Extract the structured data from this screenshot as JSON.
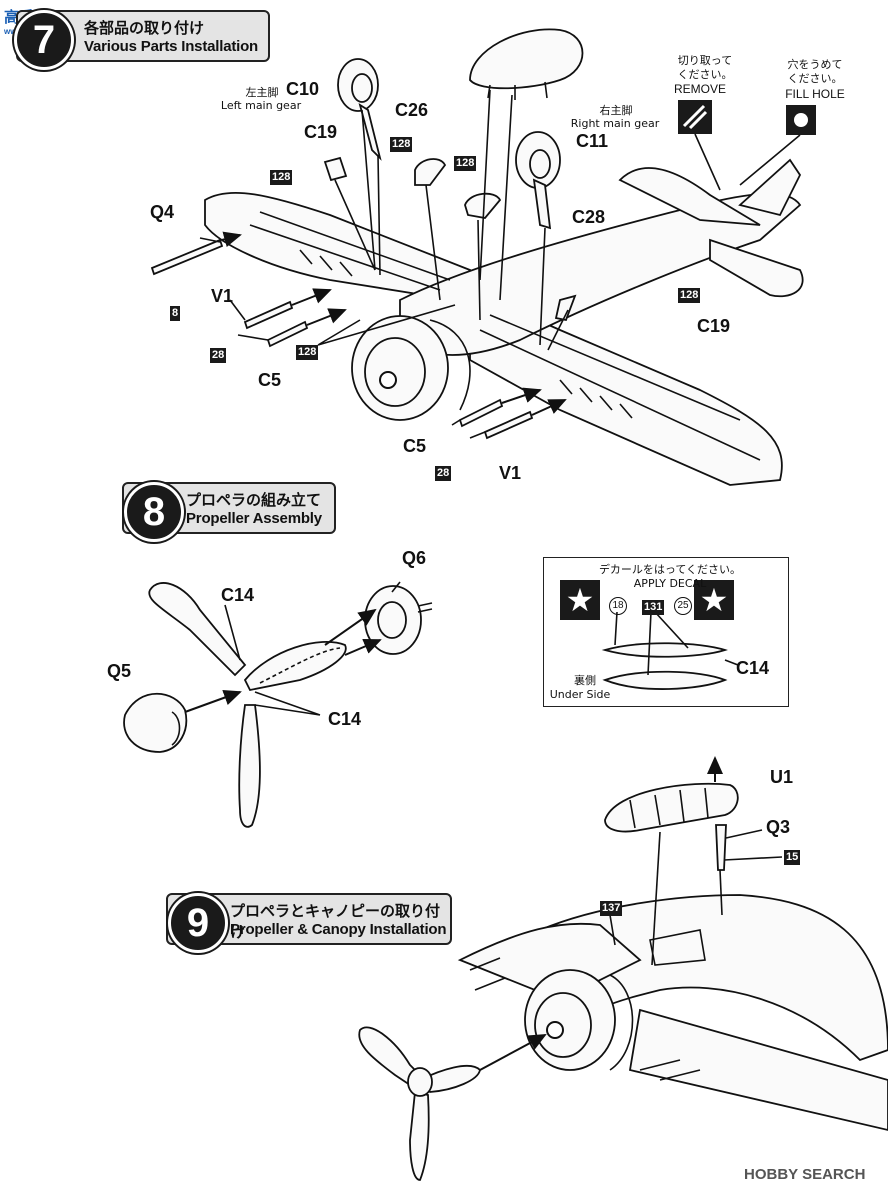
{
  "watermark_top": {
    "line1": "高手网",
    "line2": "www.ssss.com"
  },
  "step7": {
    "number": "7",
    "jp": "各部品の取り付け",
    "en": "Various Parts Installation"
  },
  "step8": {
    "number": "8",
    "jp": "プロペラの組み立て",
    "en": "Propeller Assembly"
  },
  "step9": {
    "number": "9",
    "jp": "プロペラとキャノピーの取り付け",
    "en": "Propeller & Canopy Installation"
  },
  "notes": {
    "remove_jp": "切り取って\nください。",
    "remove_en": "REMOVE",
    "fill_jp": "穴をうめて\nください。",
    "fill_en": "FILL  HOLE",
    "left_gear_jp": "左主脚",
    "left_gear_en": "Left main gear",
    "right_gear_jp": "右主脚",
    "right_gear_en": "Right main gear",
    "decal_jp": "デカールをはってください。",
    "decal_en": "APPLY DECAL",
    "underside_jp": "裏側",
    "underside_en": "Under Side"
  },
  "parts": {
    "c10": "C10",
    "c26": "C26",
    "c19a": "C19",
    "c11": "C11",
    "c28": "C28",
    "q4": "Q4",
    "v1a": "V1",
    "c5a": "C5",
    "c19b": "C19",
    "c5b": "C5",
    "v1b": "V1",
    "q6": "Q6",
    "c14a": "C14",
    "q5": "Q5",
    "c14b": "C14",
    "c14c": "C14",
    "u1": "U1",
    "q3": "Q3"
  },
  "paint_codes": {
    "p128a": "128",
    "p128b": "128",
    "p128c": "128",
    "p128d": "128",
    "p128e": "128",
    "p8": "8",
    "p28a": "28",
    "p28b": "28",
    "p15": "15",
    "p137": "137",
    "d18": "18",
    "d131": "131",
    "d25": "25"
  },
  "brand": {
    "logo": "HOBBY SEARCH"
  }
}
